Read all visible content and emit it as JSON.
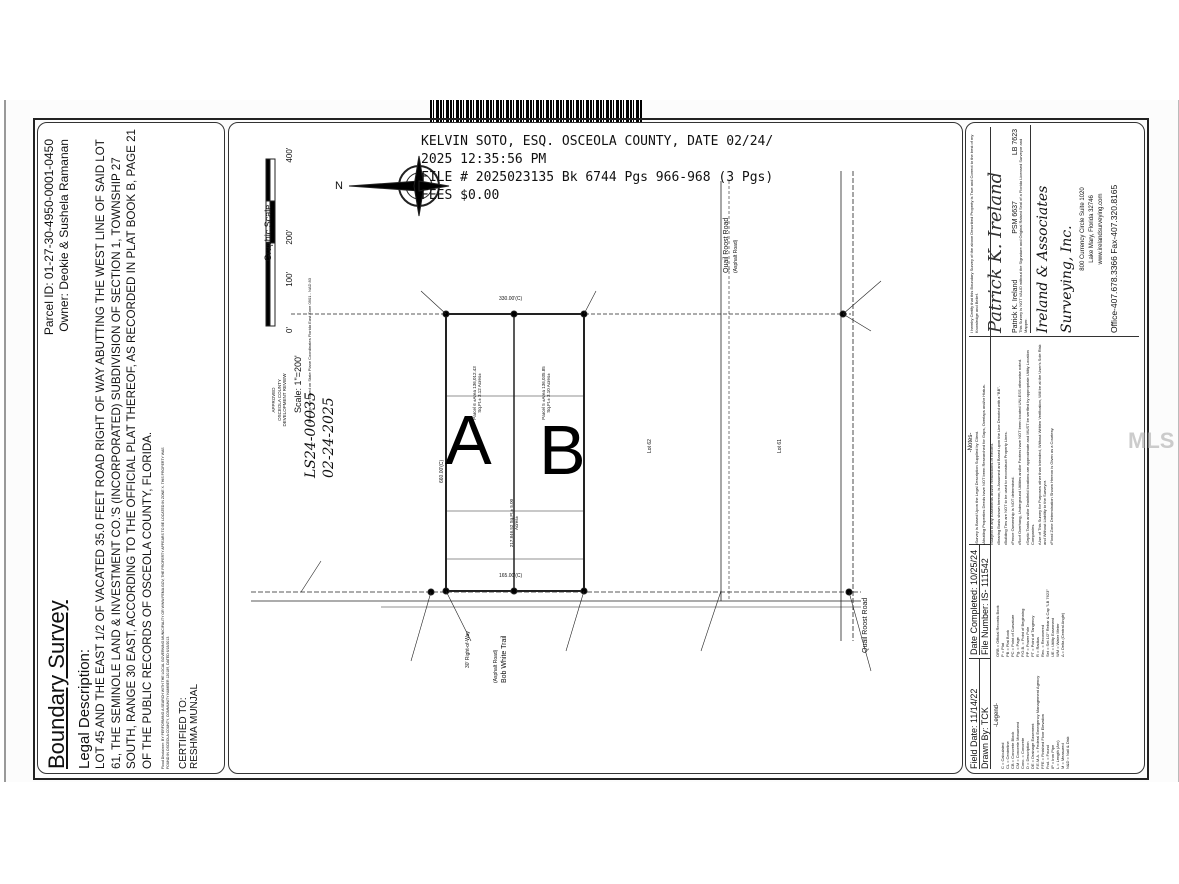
{
  "recording_stamp": {
    "line1": "KELVIN SOTO, ESQ. OSCEOLA COUNTY, DATE 02/24/",
    "line2": "2025 12:35:56 PM",
    "line3": "FILE # 2025023135 Bk 6744 Pgs 966-968 (3 Pgs)",
    "line4": "FEES $0.00"
  },
  "left_panel": {
    "parcel_id": "Parcel ID: 01-27-30-4950-0001-0450",
    "owner": "Owner: Deokie & Sushela Ramanan",
    "title": "Boundary Survey",
    "legal_heading": "Legal Description:",
    "legal_text": "LOT 45 AND THE EAST 1/2 OF VACATED 35.0 FEET ROAD RIGHT OF WAY ABUTTING THE WEST LINE OF SAID LOT 61, THE SEMINOLE LAND & INVESTMENT CO.'S (INCORPORATED) SUBDIVISION OF SECTION 1, TOWNSHIP 27 SOUTH, RANGE 30 EAST, ACCORDING TO THE OFFICIAL PLAT THEREOF, AS RECORDED IN PLAT BOOK B, PAGE 21 OF THE PUBLIC RECORDS OF OSCEOLA COUNTY, FLORIDA.",
    "flood_disclaimer": "Flood Disclaimer: BY PERFORMING A SEARCH WITH THE LOCAL GOVERNING MUNICIPALITY OR WWW.FEMA.GOV, THE PROPERTY APPEARS TO BE LOCATED IN ZONE X. THIS PROPERTY WAS FOUND IN OSCEOLA COUNTY, COMMUNITY NUMBER 120189, DATED 6/18/2013.",
    "certified_label": "CERTIFIED TO:",
    "certified_name": "RESHMA MUNJAL"
  },
  "drawing": {
    "scale_title": "Graphic Scale",
    "scale_ticks": [
      "0'",
      "100'",
      "200'",
      "400'"
    ],
    "scale_text": "Scale: 1\"=200'",
    "bearings_note": "Bearings are based on State Plane Coordinates Florida East Zone 0901 - NAD 83",
    "north": "N",
    "approval": {
      "line1": "APPROVED",
      "line2": "OSCEOLA COUNTY",
      "line3": "DEVELOPMENT REVIEW",
      "number": "LS24-00035",
      "date": "02-24-2025"
    },
    "parcel_a_label": "A",
    "parcel_b_label": "B",
    "parcel_6": "Parcel 6 ±Area 136,012.43 Sq.Ft.± 3.12 Acres±",
    "parcel_5": "Parcel 5 ±Area 136,035.85 Sq.Ft.± 3.10 Acres±",
    "lot_45_area": "217,846.52 Sq.Ft.± 5.00 Acres±",
    "dims": {
      "top": "330.00'(C)",
      "side": "660.00'(C)",
      "bottom": "165.00'(C)"
    },
    "quail_roost": "Quail Roost Road",
    "quail_roost_sub": "(Asphalt Road)",
    "bob_white": "Bob White Trail",
    "bob_white_sub": "(Asphalt Road)",
    "lot_62": "Lot 62",
    "lot_61": "Lot 61",
    "vacated_row": "30' Right-of-Way"
  },
  "right_panel": {
    "field_date": "Field Date: 11/14/22",
    "date_completed": "Date Completed: 10/25/24",
    "drawn_by": "Drawn By: TCK",
    "file_number": "File Number: IS- 111542",
    "legend_heading": "-Legend-",
    "legend": [
      "C = Calculated",
      "CL = Centerline",
      "CB = Concrete Block",
      "CM = Concrete Monument",
      "Conc. = Concrete",
      "D = Description",
      "DE = Drainage Easement",
      "F.E.M.A. = Federal Emergency Management Agency",
      "FFE = Finished Floor Elevation",
      "Fnd. = Found",
      "IP = Iron Pipe",
      "L = Length (Arc)",
      "M = Measured",
      "N&D = Nail & Disk",
      "ORB = Official Records Book",
      "P = Plat",
      "PB = Plat Book",
      "PC = Point of Curvature",
      "Pg. = Page",
      "P.O.B. = Point of Beginning",
      "PP = Power Pole",
      "PT = Point of Tangency",
      "R = Radius",
      "Rec. = Recovered",
      "Set = Set 1/2\" Rebar & Cap \"LB 7623\"",
      "UE = Utility Easement",
      "WM = Water Meter",
      "Δ = Delta (Central Angle)"
    ],
    "notes_heading": "-Notes-",
    "notes": [
      "Survey is Based Upon the Legal Description Supplied by Client.",
      "Abutting Properties Deeds have NOT been Researched for Gaps, Overlaps and/or Hiatus.",
      "Subject to any Easements and/or Restrictions of Record.",
      "Bearing Basis shown hereon, is Assumed and Based upon the Line Denoted with a \"BB\".",
      "Building Ties are NOT to be used to reconstruct Property Lines.",
      "Fence Ownership is NOT determined.",
      "Roof Overhang, Underground Utilities and/or Footers have NOT been located UNLESS otherwise noted.",
      "Septic Tanks and/or Drainfield locations are approximate and MUST be verified by appropriate Utility Location Companies.",
      "Use of This Survey for Purposes other than Intended, Without Written Verification, Will be at the User's Sole Risk and Without Liability to the Surveyor.",
      "Flood Zone Determination Shown Hereon is Given as a Courtesy."
    ],
    "certification": "I hereby Certify that this Boundary Survey of the above Described Property is True and Correct to the best of my Knowledge and Belief.",
    "surveyor": "Patrick K. Ireland",
    "psm": "PSM 6637",
    "lb": "LB 7623",
    "valid_note": "This Survey is NOT VALID without the Signature and Original Raised Seal of a Florida Licensed Surveyor and Mapper.",
    "company": "Ireland & Associates Surveying, Inc.",
    "address1": "800 Currency Circle Suite 1020",
    "address2": "Lake Mary, Florida 32746",
    "website": "www.irelandsurveying.com",
    "phone": "Office-407.678.3366   Fax-407.320.8165"
  },
  "watermark": "MLS"
}
